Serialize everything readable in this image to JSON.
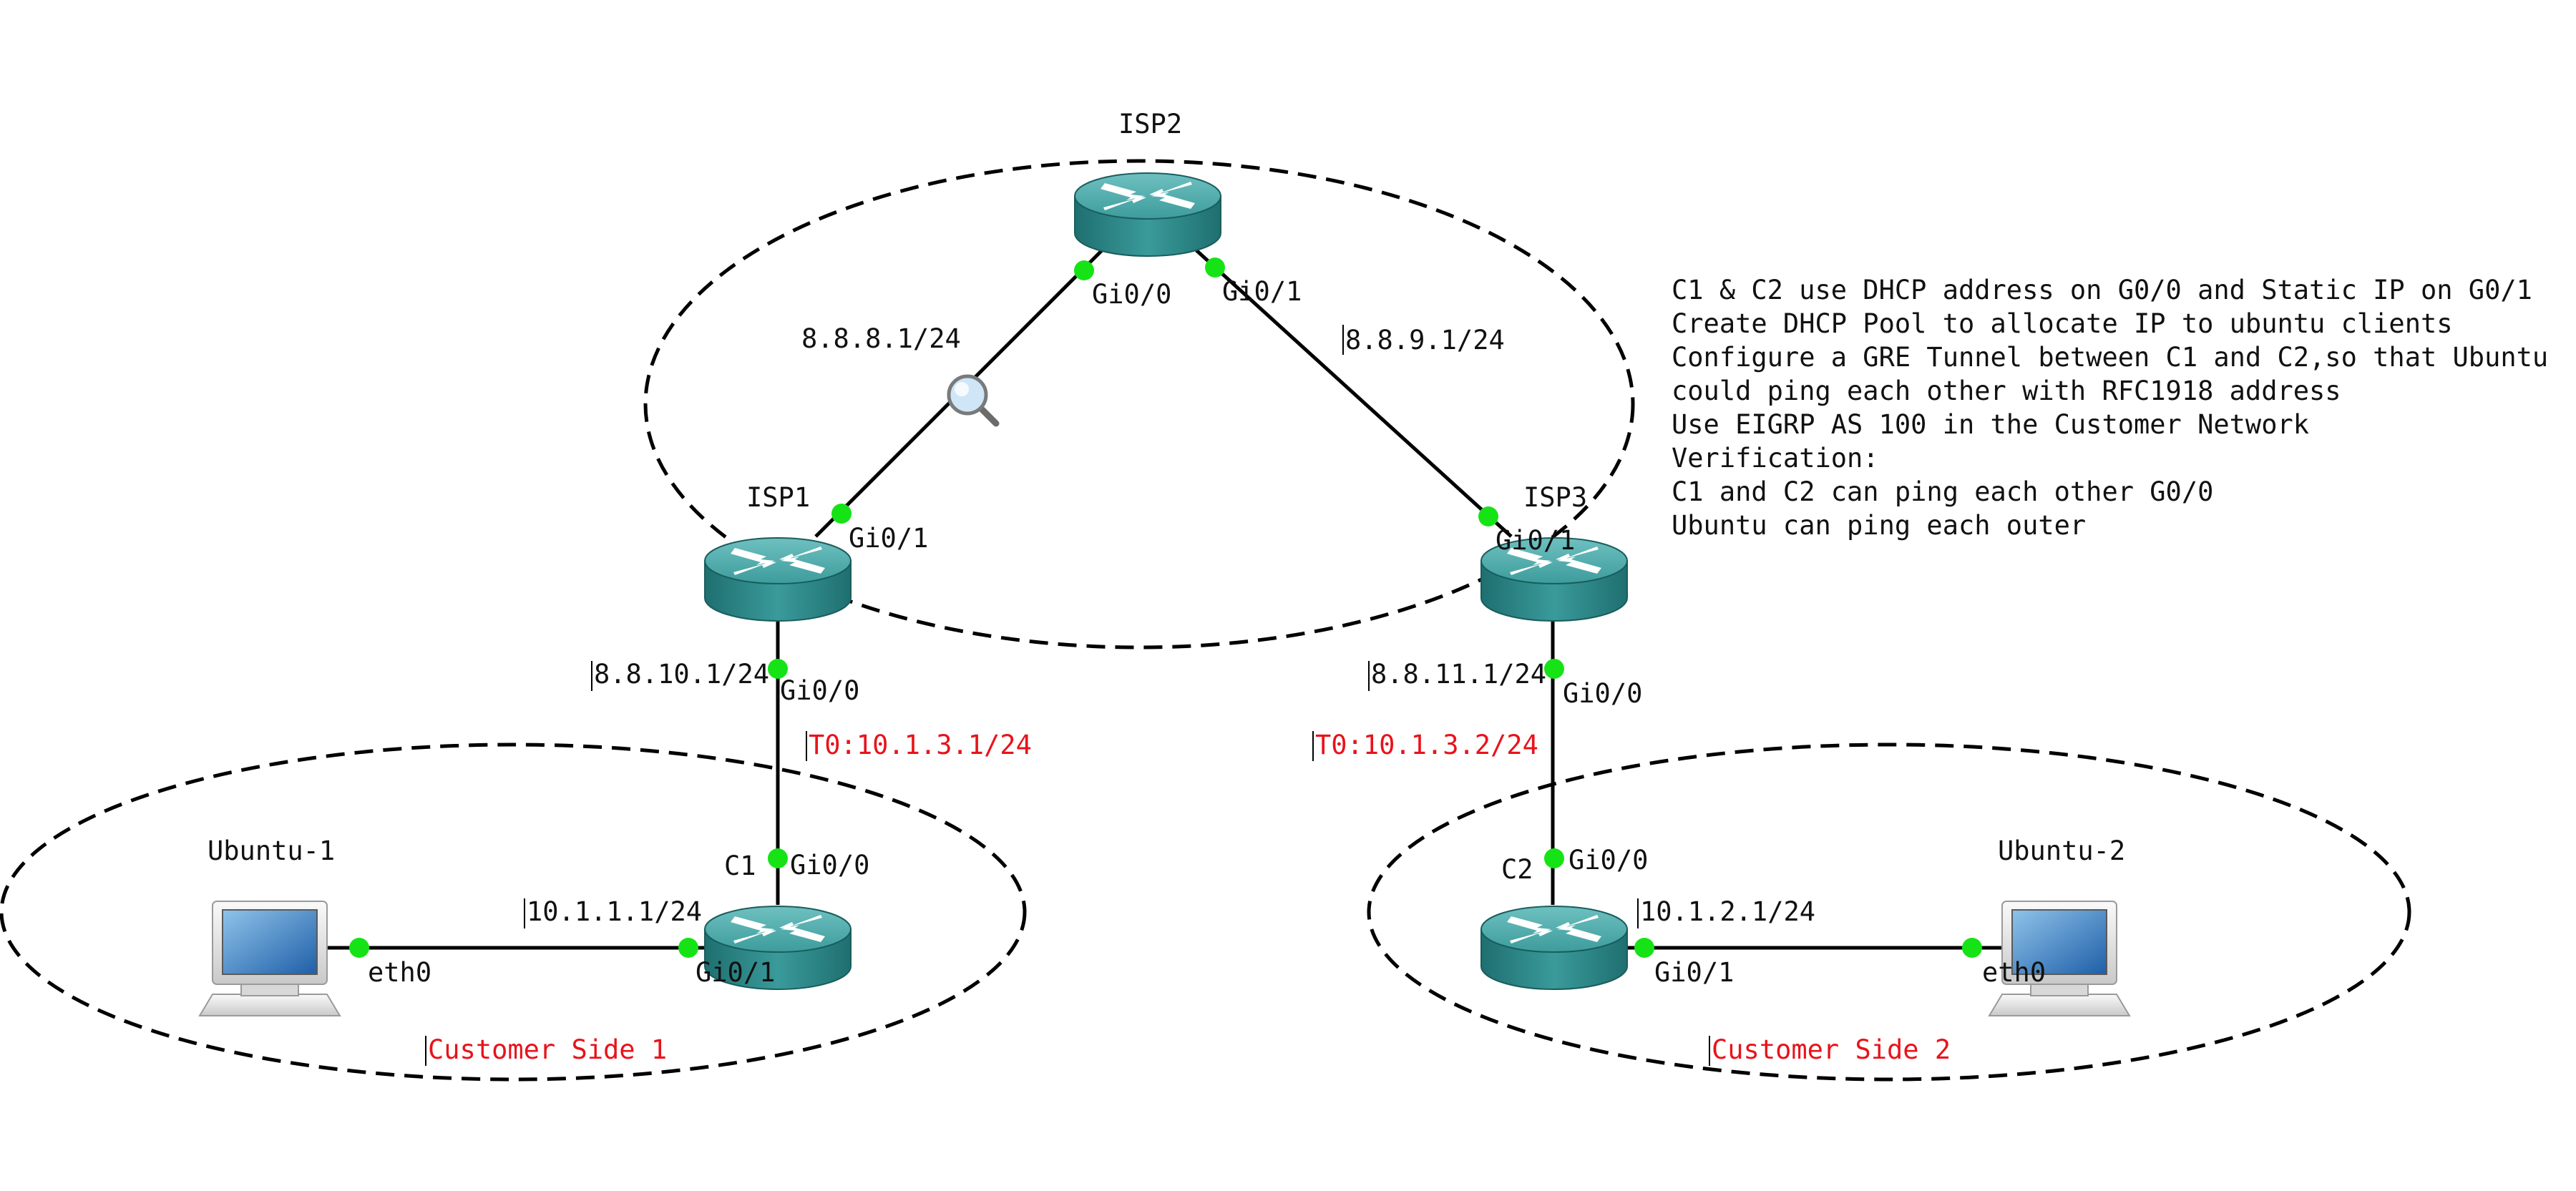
{
  "devices": {
    "isp2": {
      "name": "ISP2",
      "icon": "router-icon"
    },
    "isp1": {
      "name": "ISP1",
      "icon": "router-icon"
    },
    "isp3": {
      "name": "ISP3",
      "icon": "router-icon"
    },
    "c1": {
      "name": "C1",
      "icon": "router-icon"
    },
    "c2": {
      "name": "C2",
      "icon": "router-icon"
    },
    "ubuntu1": {
      "name": "Ubuntu-1",
      "icon": "computer-icon"
    },
    "ubuntu2": {
      "name": "Ubuntu-2",
      "icon": "computer-icon"
    }
  },
  "interfaces": {
    "isp2_gi00": "Gi0/0",
    "isp2_gi01": "Gi0/1",
    "isp1_gi01": "Gi0/1",
    "isp1_gi00": "Gi0/0",
    "isp3_gi01": "Gi0/1",
    "isp3_gi00": "Gi0/0",
    "c1_gi00": "Gi0/0",
    "c1_gi01": "Gi0/1",
    "c2_gi00": "Gi0/0",
    "c2_gi01": "Gi0/1",
    "ubuntu1_eth0": "eth0",
    "ubuntu2_eth0": "eth0"
  },
  "addresses": {
    "isp2_isp1": "8.8.8.1/24",
    "isp2_isp3": "8.8.9.1/24",
    "isp1_c1": "8.8.10.1/24",
    "isp3_c2": "8.8.11.1/24",
    "c1_lan": "10.1.1.1/24",
    "c2_lan": "10.1.2.1/24"
  },
  "tunnels": {
    "c1": "T0:10.1.3.1/24",
    "c2": "T0:10.1.3.2/24"
  },
  "zones": {
    "customer1": "Customer Side 1",
    "customer2": "Customer Side 2"
  },
  "notes": [
    "C1 & C2 use DHCP address on G0/0 and Static IP on G0/1",
    "Create DHCP Pool to allocate IP to ubuntu clients",
    "Configure a GRE Tunnel between C1 and C2,so that Ubuntu",
    "could ping each other with RFC1918 address",
    "Use EIGRP AS 100 in the Customer Network",
    "Verification:",
    "C1 and C2 can ping each other G0/0",
    "Ubuntu can ping each outer"
  ],
  "colors": {
    "router": "#2e8b8b",
    "port": "#16e316",
    "tunnel_text": "#e8131b",
    "zone_text": "#e8131b"
  }
}
